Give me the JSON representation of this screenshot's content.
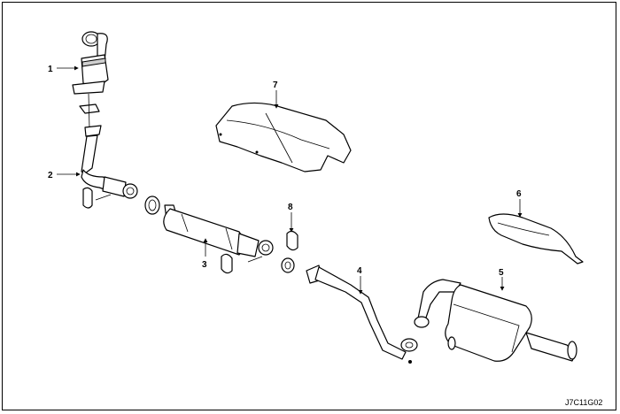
{
  "diagram": {
    "figure_code": "J7C11G02",
    "callouts": [
      {
        "number": "1"
      },
      {
        "number": "2"
      },
      {
        "number": "3"
      },
      {
        "number": "4"
      },
      {
        "number": "5"
      },
      {
        "number": "6"
      },
      {
        "number": "7"
      },
      {
        "number": "8"
      }
    ]
  }
}
